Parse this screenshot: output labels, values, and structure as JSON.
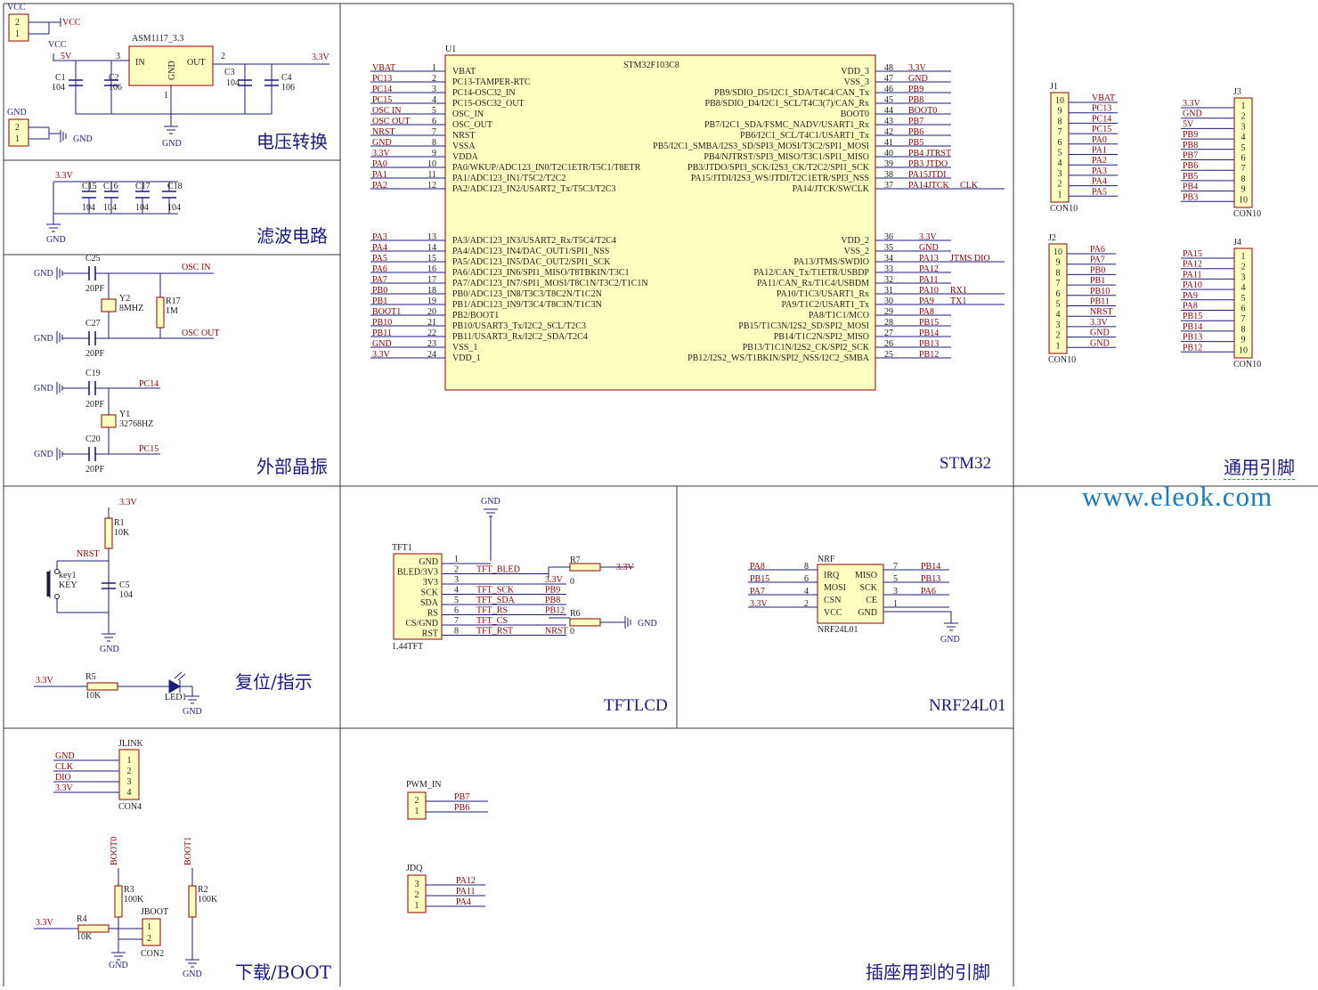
{
  "colors": {
    "wire": "#1c1c7a",
    "label": "#8b0000",
    "chip": "#ffffc0",
    "chip_border": "#8b0000",
    "text": "#1c1c1c",
    "panel": "#1a1a80",
    "website": "#1d7ab8"
  },
  "website": "www.eleok.com",
  "panels": {
    "power": "电压转换",
    "filter": "滤波电路",
    "crystal": "外部晶振",
    "stm32": "STM32",
    "pins": "通用引脚",
    "reset": "复位/指示",
    "tft": "TFTLCD",
    "nrf": "NRF24L01",
    "boot": "下载/BOOT",
    "socket": "插座用到的引脚"
  },
  "power": {
    "vcc_top": "VCC",
    "vcc_port": "VCC",
    "vcc2": "VCC",
    "v5": "5V",
    "gnd_top": "GND",
    "gnd_port": "GND",
    "gnd_sym": "GND",
    "reg_name": "ASM1117_3.3",
    "reg_in": "IN",
    "reg_out": "OUT",
    "reg_gnd": "GND",
    "reg_pin1": "1",
    "reg_pin2": "2",
    "reg_pin3": "3",
    "c1": "C1",
    "c1v": "104",
    "c2": "C2",
    "c2v": "106",
    "c3": "C3",
    "c3v": "104",
    "c4": "C4",
    "c4v": "106",
    "out": "3.3V"
  },
  "filter": {
    "net": "3.3V",
    "caps": [
      "C15",
      "C16",
      "C17",
      "C18"
    ],
    "vals": [
      "104",
      "104",
      "104",
      "104"
    ],
    "gnd": "GND"
  },
  "crystal": {
    "gnd": "GND",
    "c25": "C25",
    "c27": "C27",
    "cval": "20PF",
    "y2": "Y2",
    "y2v": "8MHZ",
    "r17": "R17",
    "r17v": "1M",
    "oscin": "OSC IN",
    "oscout": "OSC OUT",
    "c19": "C19",
    "c20": "C20",
    "y1": "Y1",
    "y1v": "32768HZ",
    "pc14": "PC14",
    "pc15": "PC15"
  },
  "mcu": {
    "ref": "U1",
    "part": "STM32F103C8",
    "left": [
      {
        "n": "1",
        "net": "VBAT",
        "f": "VBAT"
      },
      {
        "n": "2",
        "net": "PC13",
        "f": "PC13-TAMPER-RTC"
      },
      {
        "n": "3",
        "net": "PC14",
        "f": "PC14-OSC32_IN"
      },
      {
        "n": "4",
        "net": "PC15",
        "f": "PC15-OSC32_OUT"
      },
      {
        "n": "5",
        "net": "OSC IN",
        "f": "OSC_IN"
      },
      {
        "n": "6",
        "net": "OSC OUT",
        "f": "OSC_OUT"
      },
      {
        "n": "7",
        "net": "NRST",
        "f": "NRST"
      },
      {
        "n": "8",
        "net": "GND",
        "f": "VSSA"
      },
      {
        "n": "9",
        "net": "3.3V",
        "f": "VDDA"
      },
      {
        "n": "10",
        "net": "PA0",
        "f": "PA0/WKUP/ADC123_IN0/T2C1ETR/T5C1/T8ETR"
      },
      {
        "n": "11",
        "net": "PA1",
        "f": "PA1/ADC123_IN1/T5C2/T2C2"
      },
      {
        "n": "12",
        "net": "PA2",
        "f": "PA2/ADC123_IN2/USART2_Tx/T5C3/T2C3"
      },
      {
        "n": "13",
        "net": "PA3",
        "f": "PA3/ADC123_IN3/USART2_Rx/T5C4/T2C4"
      },
      {
        "n": "14",
        "net": "PA4",
        "f": "PA4/ADC123_IN4/DAC_OUT1/SPI1_NSS"
      },
      {
        "n": "15",
        "net": "PA5",
        "f": "PA5/ADC123_IN5/DAC_OUT2/SPI1_SCK"
      },
      {
        "n": "16",
        "net": "PA6",
        "f": "PA6/ADC123_IN6/SPI1_MISO/T8TBKIN/T3C1"
      },
      {
        "n": "17",
        "net": "PA7",
        "f": "PA7/ADC123_IN7/SPI1_MOSI/T8C1N/T3C2/T1C1N"
      },
      {
        "n": "18",
        "net": "PB0",
        "f": "PB0/ADC123_IN8/T3C3/T8C2N/T1C2N"
      },
      {
        "n": "19",
        "net": "PB1",
        "f": "PB1/ADC123_IN9/T3C4/T8C3N/T1C3N"
      },
      {
        "n": "20",
        "net": "BOOT1",
        "f": "PB2/BOOT1"
      },
      {
        "n": "21",
        "net": "PB10",
        "f": "PB10/USART3_Tx/I2C2_SCL/T2C3"
      },
      {
        "n": "22",
        "net": "PB11",
        "f": "PB11/USART3_Rx/I2C2_SDA/T2C4"
      },
      {
        "n": "23",
        "net": "GND",
        "f": "VSS_1"
      },
      {
        "n": "24",
        "net": "3.3V",
        "f": "VDD_1"
      }
    ],
    "right": [
      {
        "n": "48",
        "net": "3.3V",
        "f": "VDD_3",
        "x": ""
      },
      {
        "n": "47",
        "net": "GND",
        "f": "VSS_3",
        "x": ""
      },
      {
        "n": "46",
        "net": "PB9",
        "f": "PB9/SDIO_D5/I2C1_SDA/T4C4/CAN_Tx",
        "x": ""
      },
      {
        "n": "45",
        "net": "PB8",
        "f": "PB8/SDIO_D4/I2C1_SCL/T4C3(7)/CAN_Rx",
        "x": ""
      },
      {
        "n": "44",
        "net": "BOOT0",
        "f": "BOOT0",
        "x": ""
      },
      {
        "n": "43",
        "net": "PB7",
        "f": "PB7/I2C1_SDA/FSMC_NADV/USART1_Rx",
        "x": ""
      },
      {
        "n": "42",
        "net": "PB6",
        "f": "PB6/I2C1_SCL/T4C1/USART1_Tx",
        "x": ""
      },
      {
        "n": "41",
        "net": "PB5",
        "f": "PB5/I2C1_SMBA/I2S3_SD/SPI3_MOSI/T3C2/SPI1_MOSI",
        "x": ""
      },
      {
        "n": "40",
        "net": "PB4 JTRST",
        "f": "PB4/NJTRST/SPI3_MISO/T3C1/SPI1_MISO",
        "x": ""
      },
      {
        "n": "39",
        "net": "PB3 JTDO",
        "f": "PB3/JTDO/SPI3_SCK/I2S3_CK/T2C2/SPI1_SCK",
        "x": ""
      },
      {
        "n": "38",
        "net": "PA15JTDI",
        "f": "PA15/JTDI/I2S3_WS/JTDI/T2C1ETR/SPI3_NSS",
        "x": ""
      },
      {
        "n": "37",
        "net": "PA14JTCK",
        "f": "PA14/JTCK/SWCLK",
        "x": "CLK"
      },
      {
        "n": "36",
        "net": "3.3V",
        "f": "VDD_2",
        "x": ""
      },
      {
        "n": "35",
        "net": "GND",
        "f": "VSS_2",
        "x": ""
      },
      {
        "n": "34",
        "net": "PA13",
        "f": "PA13/JTMS/SWDIO",
        "x": "JTMS   DIO"
      },
      {
        "n": "33",
        "net": "PA12",
        "f": "PA12/CAN_Tx/T1ETR/USBDP",
        "x": ""
      },
      {
        "n": "32",
        "net": "PA11",
        "f": "PA11/CAN_Rx/T1C4/USBDM",
        "x": ""
      },
      {
        "n": "31",
        "net": "PA10",
        "f": "PA10/T1C3/USART1_Rx",
        "x": "RX1"
      },
      {
        "n": "30",
        "net": "PA9",
        "f": "PA9/T1C2/USART1_Tx",
        "x": "TX1"
      },
      {
        "n": "29",
        "net": "PA8",
        "f": "PA8/T1C1/MCO",
        "x": ""
      },
      {
        "n": "28",
        "net": "PB15",
        "f": "PB15/T1C3N/I2S2_SD/SPI2_MOSI",
        "x": ""
      },
      {
        "n": "27",
        "net": "PB14",
        "f": "PB14/T1C2N/SPI2_MISO",
        "x": ""
      },
      {
        "n": "26",
        "net": "PB13",
        "f": "PB13/T1C1N/I2S2_CK/SPI2_SCK",
        "x": ""
      },
      {
        "n": "25",
        "net": "PB12",
        "f": "PB12/I2S2_WS/T1BKIN/SPI2_NSS/I2C2_SMBA",
        "x": ""
      }
    ]
  },
  "headers": {
    "j1": {
      "ref": "J1",
      "part": "CON10",
      "nums": [
        "10",
        "9",
        "8",
        "7",
        "6",
        "5",
        "4",
        "3",
        "2",
        "1"
      ],
      "nets": [
        "VBAT",
        "PC13",
        "PC14",
        "PC15",
        "PA0",
        "PA1",
        "PA2",
        "PA3",
        "PA4",
        "PA5"
      ]
    },
    "j2": {
      "ref": "J2",
      "part": "CON10",
      "nums": [
        "10",
        "9",
        "8",
        "7",
        "6",
        "5",
        "4",
        "3",
        "2",
        "1"
      ],
      "nets": [
        "PA6",
        "PA7",
        "PB0",
        "PB1",
        "PB10",
        "PB11",
        "NRST",
        "3.3V",
        "GND",
        "GND"
      ]
    },
    "j3": {
      "ref": "J3",
      "part": "CON10",
      "nums": [
        "1",
        "2",
        "3",
        "4",
        "5",
        "6",
        "7",
        "8",
        "9",
        "10"
      ],
      "nets": [
        "3.3V",
        "GND",
        "5V",
        "PB9",
        "PB8",
        "PB7",
        "PB6",
        "PB5",
        "PB4",
        "PB3"
      ]
    },
    "j4": {
      "ref": "J4",
      "part": "CON10",
      "nums": [
        "1",
        "2",
        "3",
        "4",
        "5",
        "6",
        "7",
        "8",
        "9",
        "10"
      ],
      "nets": [
        "PA15",
        "PA12",
        "PA11",
        "PA10",
        "PA9",
        "PA8",
        "PB15",
        "PB14",
        "PB13",
        "PB12"
      ]
    }
  },
  "reset": {
    "v": "3.3V",
    "r1": "R1",
    "r1v": "10K",
    "nrst": "NRST",
    "key": "key1",
    "keyv": "KEY",
    "c5": "C5",
    "c5v": "104",
    "gnd": "GND",
    "v2": "3.3V",
    "r5": "R5",
    "r5v": "10K",
    "led": "LED1",
    "gnd2": "GND"
  },
  "tft": {
    "ref": "TFT1",
    "part": "1.44TFT",
    "gnd": "GND",
    "pins": [
      {
        "name": "GND",
        "n": "1",
        "net": "",
        "rnet": ""
      },
      {
        "name": "BLED/3V3",
        "n": "2",
        "net": "TFT_BLED",
        "rnet": ""
      },
      {
        "name": "3V3",
        "n": "3",
        "net": "",
        "rnet": "3.3V"
      },
      {
        "name": "SCK",
        "n": "4",
        "net": "TFT_SCK",
        "rnet": "PB9"
      },
      {
        "name": "SDA",
        "n": "5",
        "net": "TFT_SDA",
        "rnet": "PB8"
      },
      {
        "name": "RS",
        "n": "6",
        "net": "TFT_RS",
        "rnet": "PB12"
      },
      {
        "name": "CS/GND",
        "n": "7",
        "net": "TFT_CS",
        "rnet": ""
      },
      {
        "name": "RST",
        "n": "8",
        "net": "TFT_RST",
        "rnet": "NRST"
      }
    ],
    "r7": "R7",
    "r7v": "0",
    "r7net": "3.3V",
    "r6": "R6",
    "r6v": "0",
    "r6gnd": "GND"
  },
  "nrf": {
    "ref": "NRF",
    "part": "NRF24L01",
    "gnd": "GND",
    "left": [
      {
        "net": "PA8",
        "n": "8",
        "p": "IRQ"
      },
      {
        "net": "PB15",
        "n": "6",
        "p": "MOSI"
      },
      {
        "net": "PA7",
        "n": "4",
        "p": "CSN"
      },
      {
        "net": "3.3V",
        "n": "2",
        "p": "VCC"
      }
    ],
    "right": [
      {
        "net": "PB14",
        "n": "7",
        "p": "MISO"
      },
      {
        "net": "PB13",
        "n": "5",
        "p": "SCK"
      },
      {
        "net": "PA6",
        "n": "3",
        "p": "CE"
      },
      {
        "net": "",
        "n": "1",
        "p": "GND"
      }
    ]
  },
  "jlink": {
    "ref": "JLINK",
    "part": "CON4",
    "nets": [
      "GND",
      "CLK",
      "DIO",
      "3.3V"
    ],
    "nums": [
      "1",
      "2",
      "3",
      "4"
    ]
  },
  "boot": {
    "boot0": "BOOT0",
    "boot1": "BOOT1",
    "r3": "R3",
    "r3v": "100K",
    "r2": "R2",
    "r2v": "100K",
    "r4": "R4",
    "r4v": "10K",
    "v": "3.3V",
    "jref": "JBOOT",
    "jpart": "CON2",
    "n1": "1",
    "n2": "2",
    "gnd": "GND",
    "gnd2": "GND"
  },
  "socket": {
    "pwm": {
      "ref": "PWM_IN",
      "nums": [
        "2",
        "1"
      ],
      "nets": [
        "PB7",
        "PB6"
      ]
    },
    "jdq": {
      "ref": "JDQ",
      "nums": [
        "3",
        "2",
        "1"
      ],
      "nets": [
        "PA12",
        "PA11",
        "PA4"
      ]
    }
  }
}
